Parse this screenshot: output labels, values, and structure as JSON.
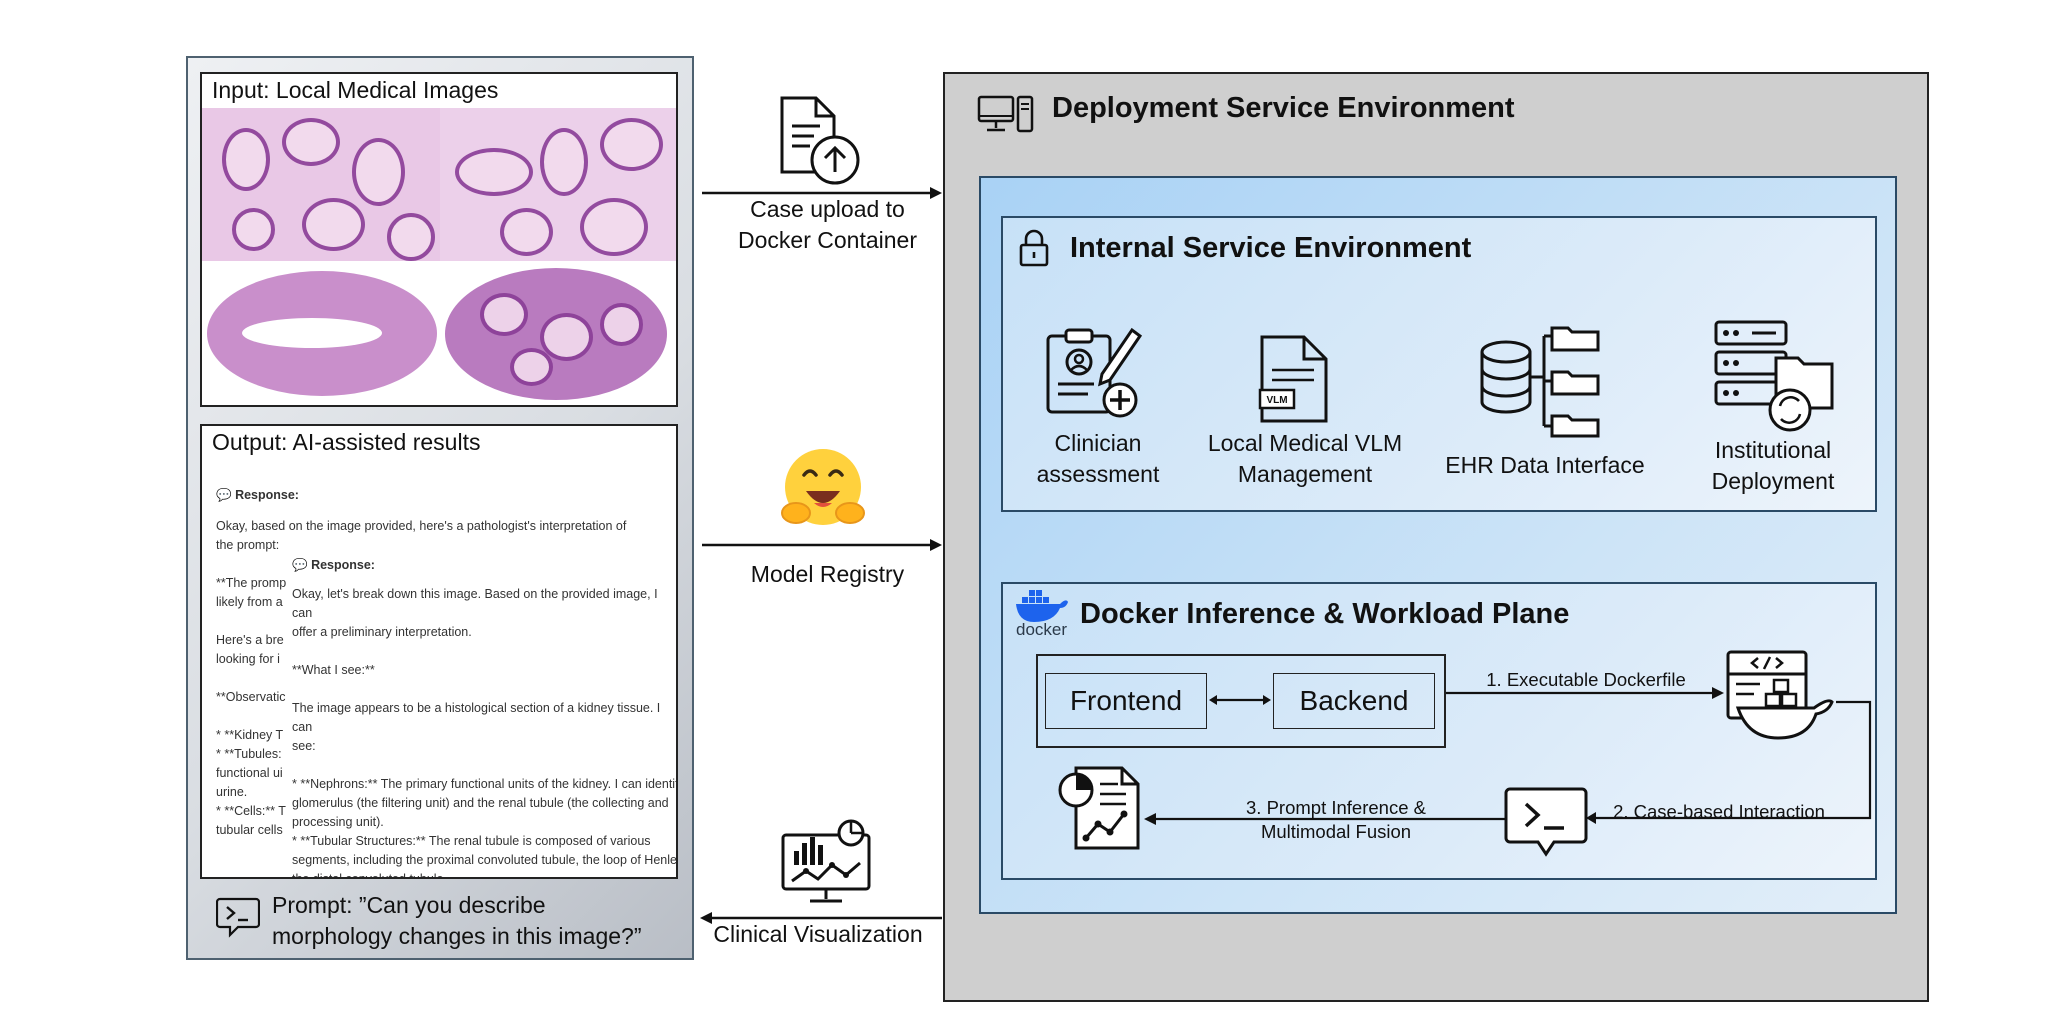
{
  "left": {
    "input_title": "Input: Local Medical Images",
    "output_title": "Output: AI-assisted results",
    "response_back": {
      "heading": "Response:",
      "lines": [
        "Okay, based on the image provided, here's a pathologist's interpretation of",
        "the prompt:",
        "**The promp",
        "likely from a",
        "Here's a bre",
        "looking for i",
        "**Observatic",
        "* **Kidney T",
        "* **Tubules:",
        "functional ui",
        "urine.",
        "* **Cells:** T",
        "tubular cells"
      ]
    },
    "response_front": {
      "heading": "Response:",
      "lines": [
        "Okay, let's break down this image. Based on the provided image, I can",
        "offer a preliminary interpretation.",
        "**What I see:**",
        "The image appears to be a histological section of a kidney tissue. I can",
        "see:",
        "* **Nephrons:** The primary functional units of the kidney. I can identify the",
        "glomerulus (the filtering unit) and the renal tubule (the collecting and",
        "processing unit).",
        "* **Tubular Structures:** The renal tubule is composed of various",
        "segments, including the proximal convoluted tubule, the loop of Henle, and",
        "the distal convoluted tubule."
      ]
    },
    "prompt_line1": "Prompt: ”Can you describe",
    "prompt_line2": "morphology changes in this image?”"
  },
  "middle": {
    "upload_line1": "Case upload to",
    "upload_line2": "Docker Container",
    "registry": "Model Registry",
    "visualization": "Clinical Visualization"
  },
  "right": {
    "deploy_title": "Deployment Service Environment",
    "internal_title": "Internal Service Environment",
    "internal_items": [
      {
        "line1": "Clinician",
        "line2": "assessment"
      },
      {
        "line1": "Local Medical VLM",
        "line2": "Management"
      },
      {
        "line1": "EHR Data Interface",
        "line2": ""
      },
      {
        "line1": "Institutional",
        "line2": "Deployment"
      }
    ],
    "vlm_tag": "VLM",
    "docker_title": "Docker Inference & Workload Plane",
    "docker_logo_text": "docker",
    "frontend": "Frontend",
    "backend": "Backend",
    "step1": "1. Executable Dockerfile",
    "step2": "2. Case-based Interaction",
    "step3_line1": "3. Prompt Inference &",
    "step3_line2": "Multimodal Fusion"
  },
  "colors": {
    "right_bg": "#cfcfcf",
    "blue_panel": "#bcdcf6",
    "border_dark": "#2a4a66",
    "tissue_purple": "#8a3d97",
    "hf_yellow": "#ffcc3d"
  }
}
